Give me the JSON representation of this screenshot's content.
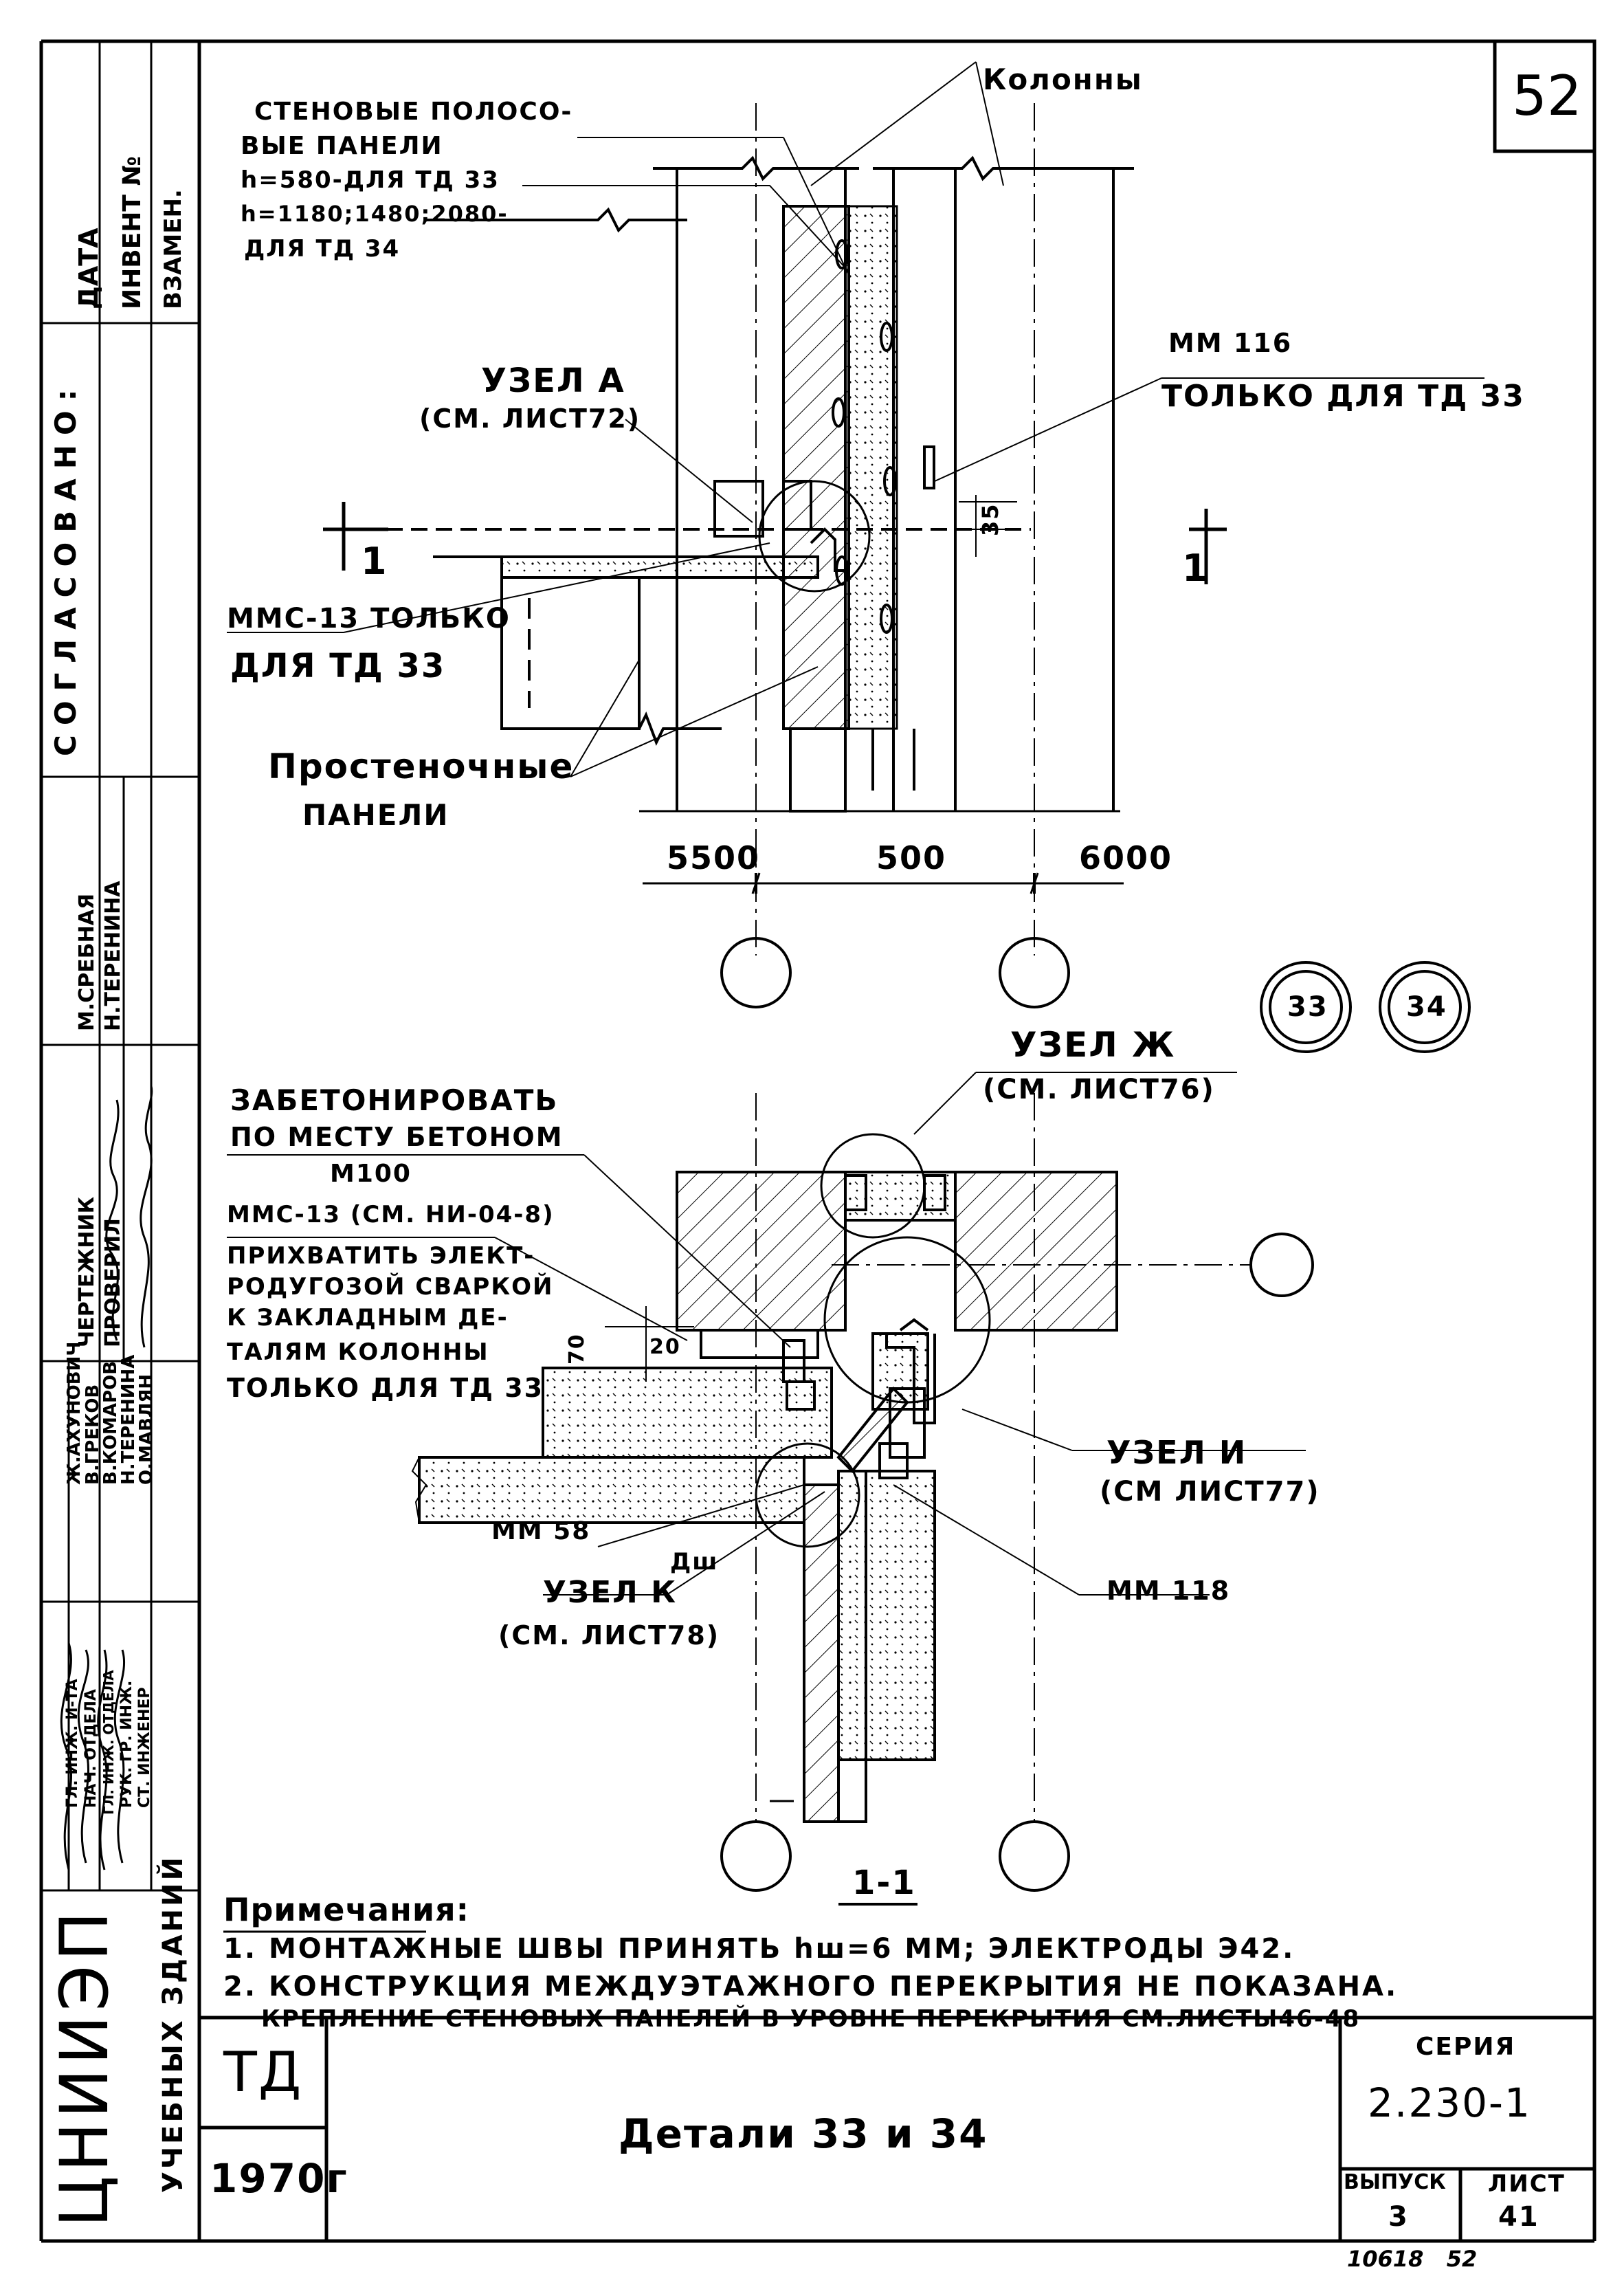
{
  "sheet_number": "52",
  "labels": {
    "columns": "Колонны",
    "wall_panels": [
      "СТЕНОВЫЕ ПОЛОСО-",
      "ВЫЕ ПАНЕЛИ",
      "h=580-ДЛЯ ТД 33",
      "h=1180;1480;2080-",
      "ДЛЯ ТД 34"
    ],
    "node_a": [
      "УЗЕЛ А",
      "(СМ. ЛИСТ72)"
    ],
    "mm116": [
      "ММ 116",
      "ТОЛЬКО ДЛЯ ТД 33"
    ],
    "mms13_top": [
      "ММС-13 ТОЛЬКО",
      "ДЛЯ ТД 33"
    ],
    "pier_panels": [
      "Простеночные",
      "ПАНЕЛИ"
    ],
    "dim_35": "35",
    "section_marks": [
      "1",
      "1"
    ],
    "dims": [
      "5500",
      "500",
      "6000"
    ],
    "circles": [
      "33",
      "34"
    ],
    "node_zh": [
      "УЗЕЛ Ж",
      "(СМ. ЛИСТ76)"
    ],
    "concrete": [
      "ЗАБЕТОНИРОВАТЬ",
      "ПО МЕСТУ БЕТОНОМ",
      "М100"
    ],
    "mms13_bottom": [
      "ММС-13 (СМ. НИ-04-8)",
      "ПРИХВАТИТЬ ЭЛЕКТ-",
      "РОДУГОЗОЙ СВАРКОЙ",
      "К ЗАКЛАДНЫМ ДЕ-",
      "ТАЛЯМ КОЛОННЫ",
      "ТОЛЬКО ДЛЯ ТД 33"
    ],
    "dim_70": "70",
    "dim_20": "20",
    "node_i": [
      "УЗЕЛ И",
      "(СМ ЛИСТ77)"
    ],
    "mm58": "ММ 58",
    "dsh": "Дш",
    "node_k": [
      "УЗЕЛ К",
      "(СМ. ЛИСТ78)"
    ],
    "mm118": "ММ 118",
    "section_title": "1-1"
  },
  "notes": {
    "heading": "Примечания:",
    "items": [
      "1. МОНТАЖНЫЕ ШВЫ ПРИНЯТЬ hш=6 ММ; ЭЛЕКТРОДЫ Э42.",
      "2. КОНСТРУКЦИЯ МЕЖДУЭТАЖНОГО ПЕРЕКРЫТИЯ НЕ ПОКАЗАНА.",
      "КРЕПЛЕНИЕ СТЕНОВЫХ ПАНЕЛЕЙ В УРОВНЕ ПЕРЕКРЫТИЯ СМ.ЛИСТЫ46-48"
    ]
  },
  "title_block": {
    "code": "ТД",
    "year": "1970г",
    "title": "Детали 33 и 34",
    "series_label": "СЕРИЯ",
    "series": "2.230-1",
    "issue_label": "ВЫПУСК",
    "issue": "3",
    "sheet_label": "ЛИСТ",
    "sheet": "41"
  },
  "left_margin": {
    "org_big": "ЦНИИЭП",
    "org_small": "УЧЕБНЫХ ЗДАНИЙ",
    "agreed": "СОГЛАСОВАНО:",
    "fields": [
      "ДАТА",
      "ИНВЕНТ №",
      "ВЗАМЕН."
    ],
    "drawn_label": "ЧЕРТЕЖНИК",
    "drawn_name": "М.СРЕБНАЯ",
    "checked_label": "ПРОВЕРИЛ",
    "checked_name": "Н.ТЕРЕНИНА",
    "staff_roles": [
      "ГЛ. ИНЖ. И-ТА",
      "НАЧ. ОТДЕЛА",
      "ГЛ. ИНЖ. ОТДЕЛА",
      "РУК. ГР. ИНЖ.",
      "СТ. ИНЖЕНЕР"
    ],
    "staff_names": [
      "Ж.АХУНОВИЧ",
      "В.ГРЕКОВ",
      "В.КОМАРОВ",
      "Н.ТЕРЕНИНА",
      "О.МАВЛЯН"
    ]
  },
  "footer_stamp": "10618   52"
}
